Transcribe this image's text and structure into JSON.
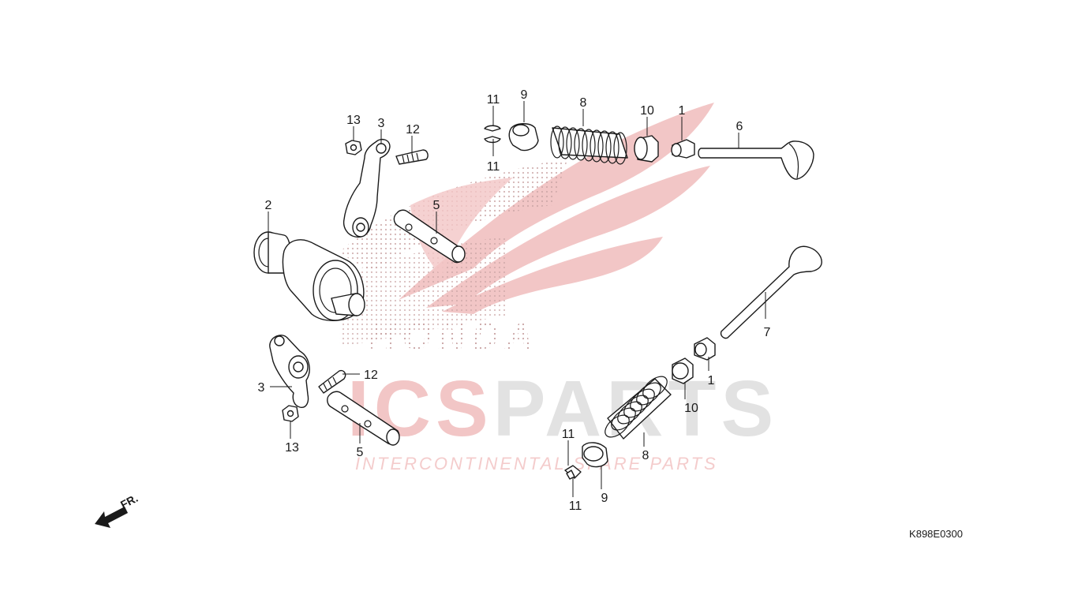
{
  "diagram": {
    "diagram_code": "K898E0300",
    "front_marker": "FR.",
    "watermark": {
      "brand_word": "HONDA",
      "logo_letters": [
        "ICS",
        "PARTS"
      ],
      "tagline": "INTERCONTINENTAL SPARE PARTS"
    },
    "colors": {
      "watermark_red": "#f2c6c6",
      "watermark_gray": "#e2e2e2",
      "line": "#1a1a1a"
    },
    "callouts": [
      {
        "id": "c13a",
        "number": "13",
        "part": "rocker-arm-nut"
      },
      {
        "id": "c3a",
        "number": "3",
        "part": "rocker-arm"
      },
      {
        "id": "c12a",
        "number": "12",
        "part": "adjusting-screw"
      },
      {
        "id": "c11a",
        "number": "11",
        "part": "valve-cotter"
      },
      {
        "id": "c11b",
        "number": "11",
        "part": "valve-cotter"
      },
      {
        "id": "c9a",
        "number": "9",
        "part": "spring-retainer"
      },
      {
        "id": "c8a",
        "number": "8",
        "part": "valve-spring"
      },
      {
        "id": "c10a",
        "number": "10",
        "part": "spring-seat"
      },
      {
        "id": "c1a",
        "number": "1",
        "part": "stem-seal"
      },
      {
        "id": "c6",
        "number": "6",
        "part": "intake-valve"
      },
      {
        "id": "c2",
        "number": "2",
        "part": "camshaft"
      },
      {
        "id": "c5a",
        "number": "5",
        "part": "rocker-shaft"
      },
      {
        "id": "c7",
        "number": "7",
        "part": "exhaust-valve"
      },
      {
        "id": "c3b",
        "number": "3",
        "part": "rocker-arm"
      },
      {
        "id": "c12b",
        "number": "12",
        "part": "adjusting-screw"
      },
      {
        "id": "c13b",
        "number": "13",
        "part": "rocker-arm-nut"
      },
      {
        "id": "c5b",
        "number": "5",
        "part": "rocker-shaft"
      },
      {
        "id": "c1b",
        "number": "1",
        "part": "stem-seal"
      },
      {
        "id": "c10b",
        "number": "10",
        "part": "spring-seat"
      },
      {
        "id": "c11c",
        "number": "11",
        "part": "valve-cotter"
      },
      {
        "id": "c8b",
        "number": "8",
        "part": "valve-spring"
      },
      {
        "id": "c9b",
        "number": "9",
        "part": "spring-retainer"
      },
      {
        "id": "c11d",
        "number": "11",
        "part": "valve-cotter"
      }
    ]
  }
}
